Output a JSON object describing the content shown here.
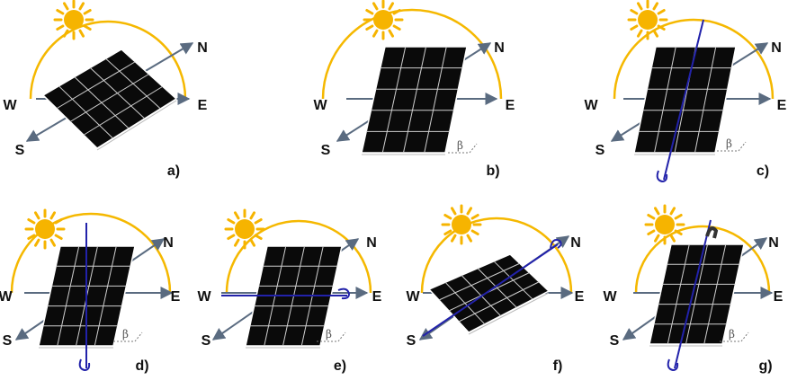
{
  "colors": {
    "arc": "#f5b800",
    "sun": "#f6b400",
    "axis": "#5a6b80",
    "panel": "#0a0a0a",
    "grid": "#cfcfcf",
    "rotation_axis": "#2222aa",
    "text": "#111111"
  },
  "labels": {
    "north": "N",
    "south": "S",
    "east": "E",
    "west": "W",
    "beta": "β"
  },
  "panels": [
    {
      "caption": "a)",
      "variant": "horizontal"
    },
    {
      "caption": "b)",
      "variant": "tilted"
    },
    {
      "caption": "c)",
      "variant": "tilted-tracking"
    },
    {
      "caption": "d)",
      "variant": "tilted-vertical-axis"
    },
    {
      "caption": "e)",
      "variant": "tilted-ew-axis"
    },
    {
      "caption": "f)",
      "variant": "horizontal-ns-axis"
    },
    {
      "caption": "g)",
      "variant": "tilted-dual-axis"
    }
  ]
}
